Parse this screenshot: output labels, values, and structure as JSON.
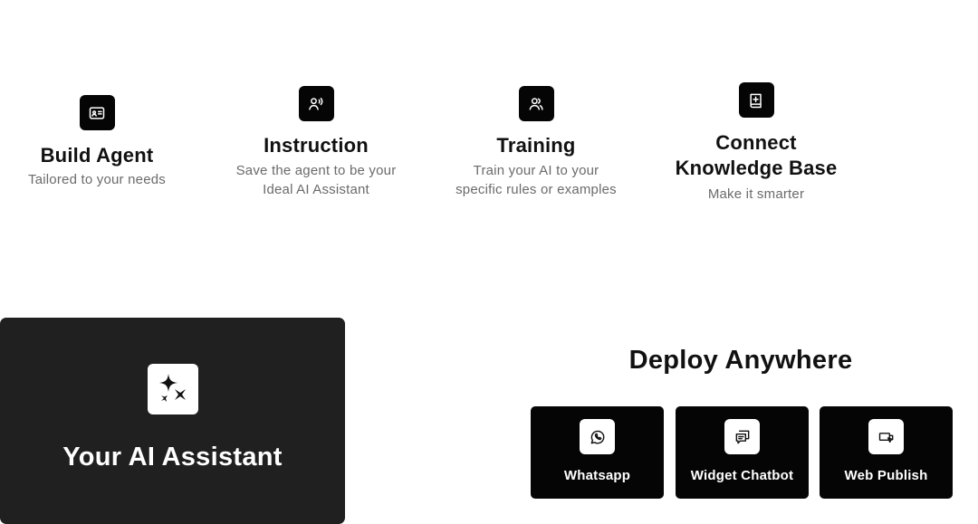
{
  "steps": [
    {
      "icon": "id-card-icon",
      "title": "Build Agent",
      "desc_lines": [
        "Tailored to your needs"
      ]
    },
    {
      "icon": "voice-user-icon",
      "title": "Instruction",
      "desc_lines": [
        "Save the agent to be your",
        "Ideal AI Assistant"
      ]
    },
    {
      "icon": "users-icon",
      "title": "Training",
      "desc_lines": [
        "Train your AI to your",
        "specific rules or examples"
      ]
    },
    {
      "icon": "book-plus-icon",
      "title_lines": [
        "Connect",
        "Knowledge Base"
      ],
      "desc_lines": [
        "Make it smarter"
      ]
    }
  ],
  "assistant": {
    "icon": "sparkles-icon",
    "title": "Your AI Assistant"
  },
  "deploy": {
    "title": "Deploy Anywhere",
    "channels": [
      {
        "icon": "whatsapp-icon",
        "label": "Whatsapp"
      },
      {
        "icon": "chat-bubbles-icon",
        "label": "Widget Chatbot"
      },
      {
        "icon": "monitor-cursor-icon",
        "label": "Web Publish"
      }
    ]
  },
  "colors": {
    "background": "#ffffff",
    "tile": "#050505",
    "assistant_card": "#202020",
    "title_text": "#111111",
    "desc_text": "#6b6b6b",
    "inverse_text": "#ffffff"
  }
}
